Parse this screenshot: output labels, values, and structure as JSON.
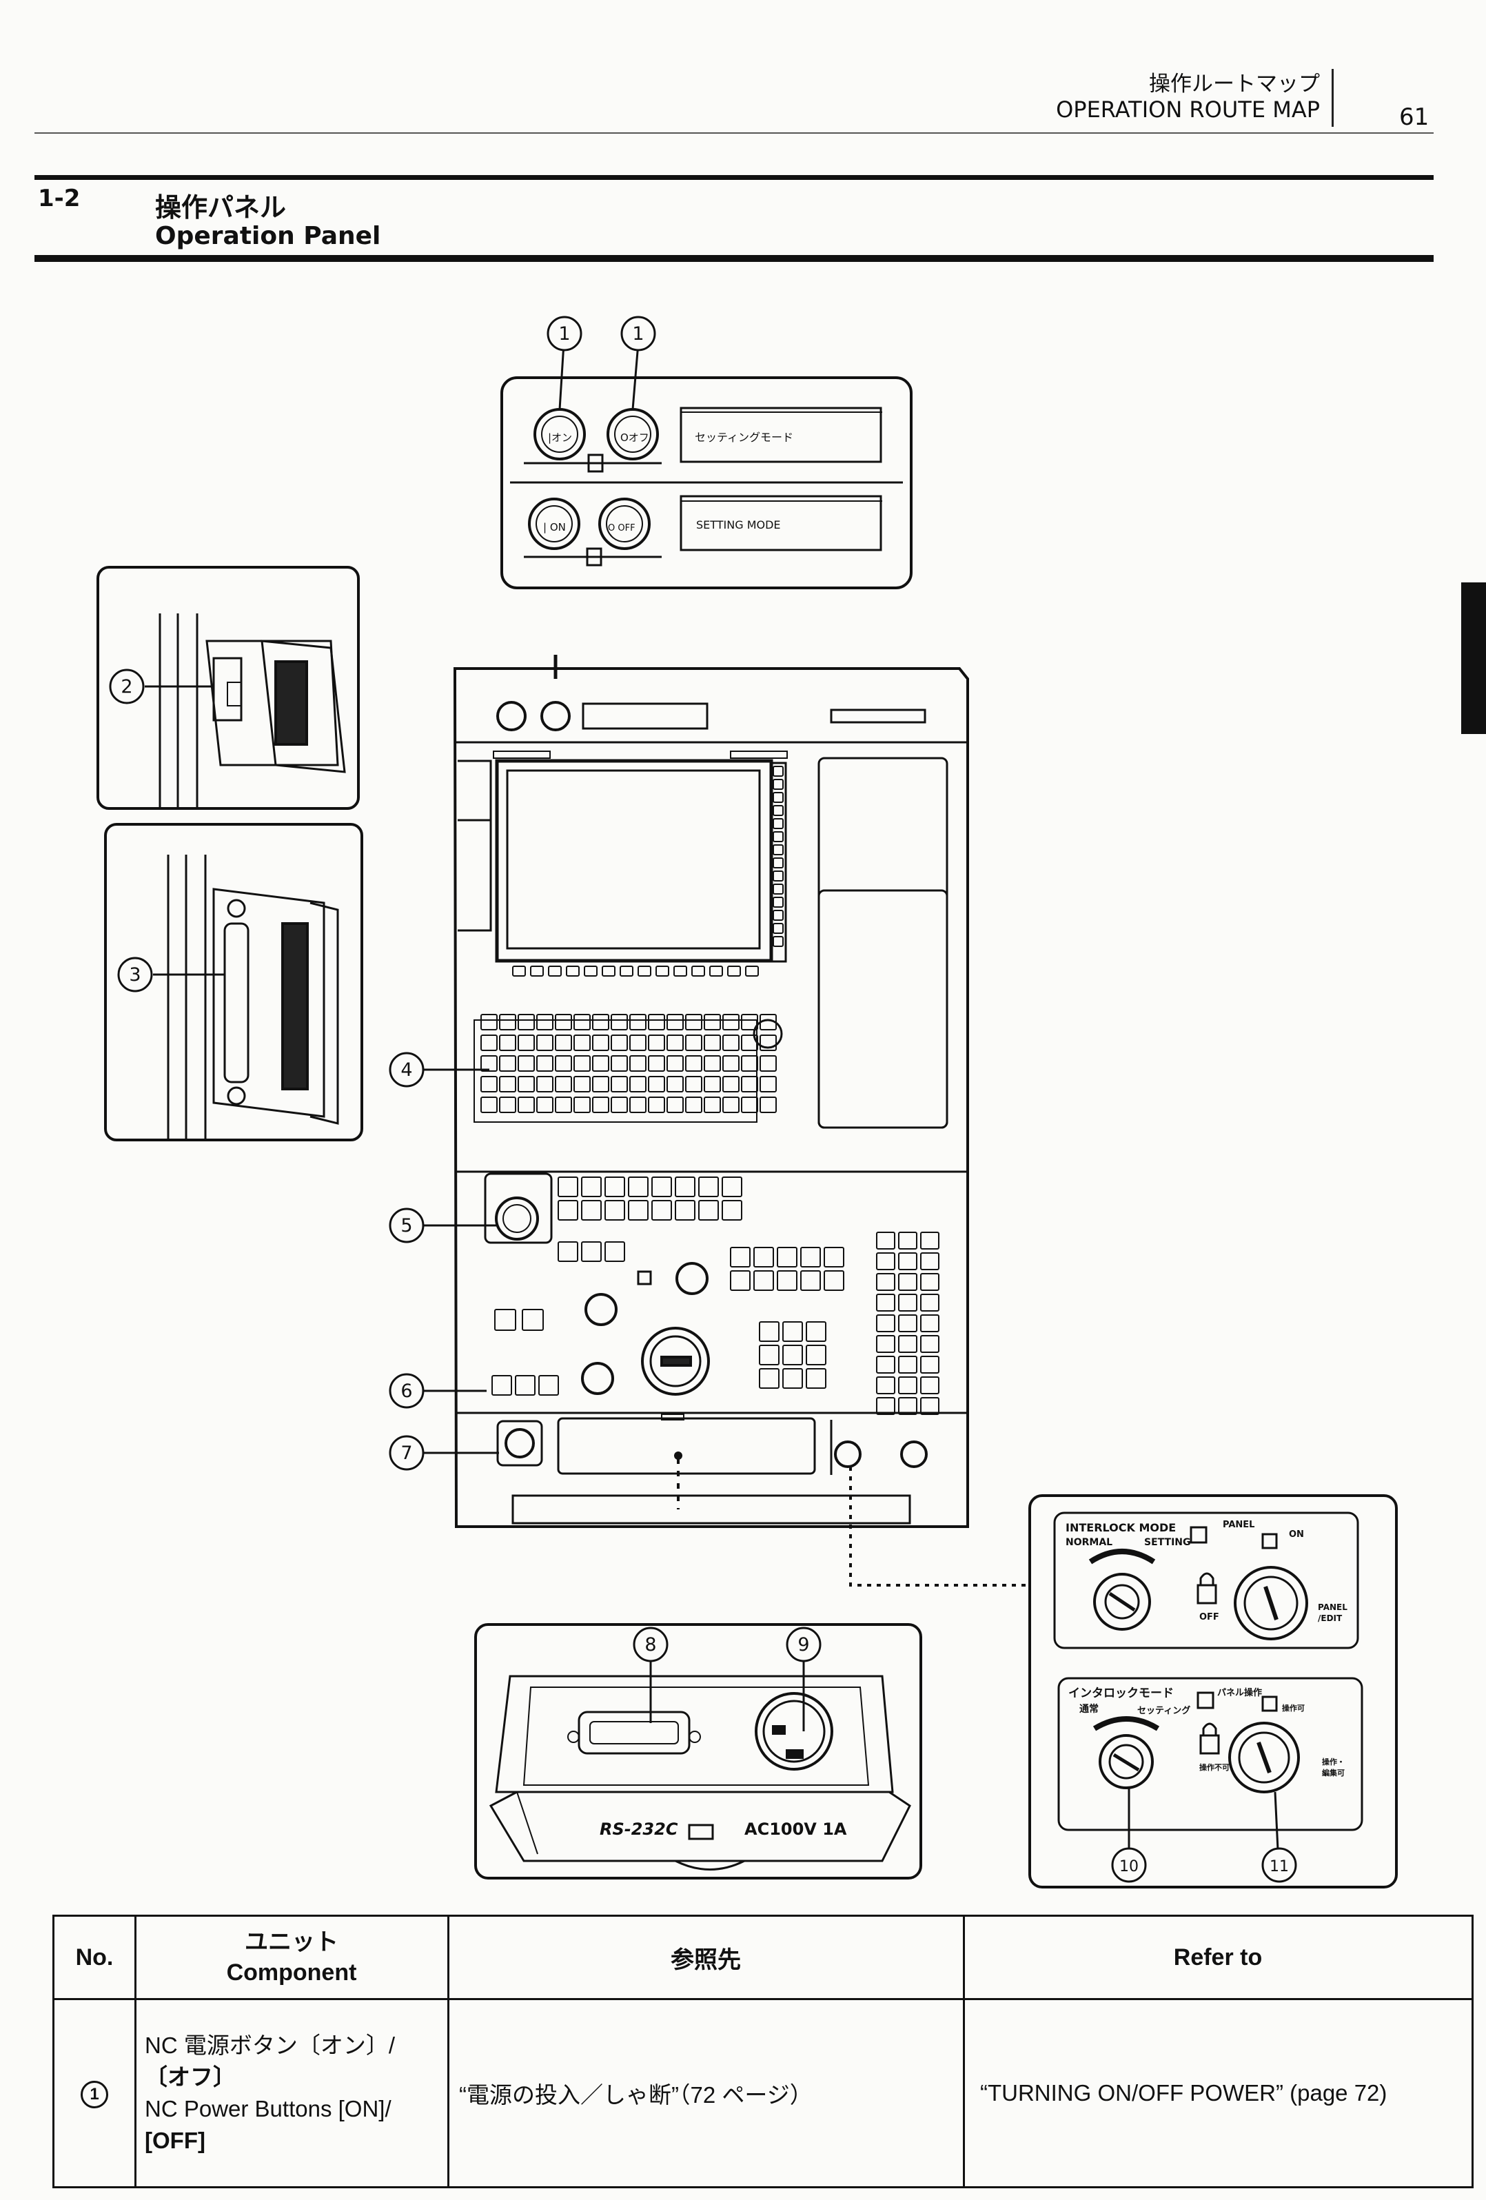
{
  "header": {
    "title_jp": "操作ルートマップ",
    "title_en": "OPERATION ROUTE MAP",
    "page_number": "61"
  },
  "section": {
    "number": "1-2",
    "title_jp": "操作パネル",
    "title_en": "Operation Panel"
  },
  "figure": {
    "callouts": [
      "1",
      "1",
      "2",
      "3",
      "4",
      "5",
      "6",
      "7",
      "8",
      "9",
      "10",
      "11"
    ],
    "power_box": {
      "on_jp": "|オン",
      "off_jp": "Oオフ",
      "on_en": "| ON",
      "off_en": "O OFF",
      "setting_mode_jp": "セッティングモード",
      "setting_mode_en": "SETTING MODE"
    },
    "connector_box": {
      "rs232c": "RS-232C",
      "ac_label": "AC100V 1A"
    },
    "interlock_en": {
      "title": "INTERLOCK MODE",
      "normal": "NORMAL",
      "setting": "SETTING",
      "panel": "PANEL",
      "on": "ON",
      "off": "OFF",
      "panel_edit_1": "PANEL",
      "panel_edit_2": "/EDIT"
    },
    "interlock_jp": {
      "title": "インタロックモード",
      "normal": "通常",
      "setting": "セッティング",
      "panel_op": "パネル操作",
      "op_ok": "操作可",
      "op_ng": "操作不可",
      "op_edit_1": "操作・",
      "op_edit_2": "編集可"
    }
  },
  "table": {
    "headers": {
      "no": "No.",
      "component_jp": "ユニット",
      "component_en": "Component",
      "refer_jp": "参照先",
      "refer_en": "Refer to"
    },
    "rows": [
      {
        "no": "1",
        "component_jp_1": "NC 電源ボタン〔オン〕/",
        "component_jp_2": "〔オフ〕",
        "component_en_1": "NC Power Buttons [ON]/",
        "component_en_2": "[OFF]",
        "refer_jp": "“電源の投入／しゃ断”（72 ページ）",
        "refer_en": "“TURNING ON/OFF POWER” (page 72)"
      }
    ]
  }
}
